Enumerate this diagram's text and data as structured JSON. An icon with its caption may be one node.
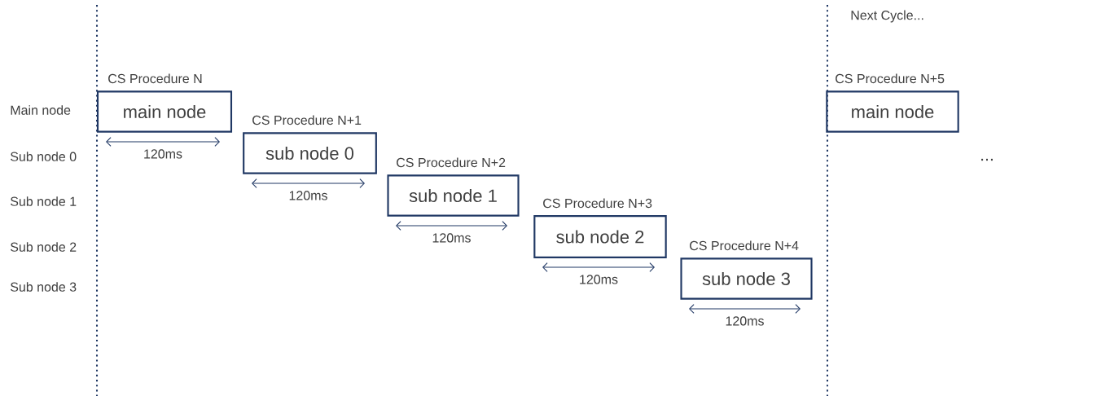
{
  "diagram": {
    "nodes": [
      {
        "text": [
          "CS Procedure N",
          "main node"
        ],
        "beside": [
          "120ms"
        ]
      },
      {
        "text": [
          "CS Procedure N+1",
          "sub node 0"
        ],
        "beside": [
          "120ms"
        ]
      },
      {
        "text": [
          "CS Procedure N+2",
          "sub node 1"
        ],
        "beside": [
          "120ms"
        ]
      },
      {
        "text": [
          "CS Procedure N+3",
          "sub node 2"
        ],
        "beside": [
          "120ms"
        ]
      },
      {
        "text": [
          "CS Procedure N+4",
          "sub node 3"
        ],
        "beside": [
          "120ms"
        ]
      },
      {
        "text": [
          "CS Procedure N+5",
          "main node"
        ]
      }
    ],
    "edges": [],
    "labels": [
      "Next Cycle...",
      "Main node",
      "Sub node 0",
      "Sub node 1",
      "Sub node 2",
      "Sub node 3",
      "..."
    ]
  }
}
